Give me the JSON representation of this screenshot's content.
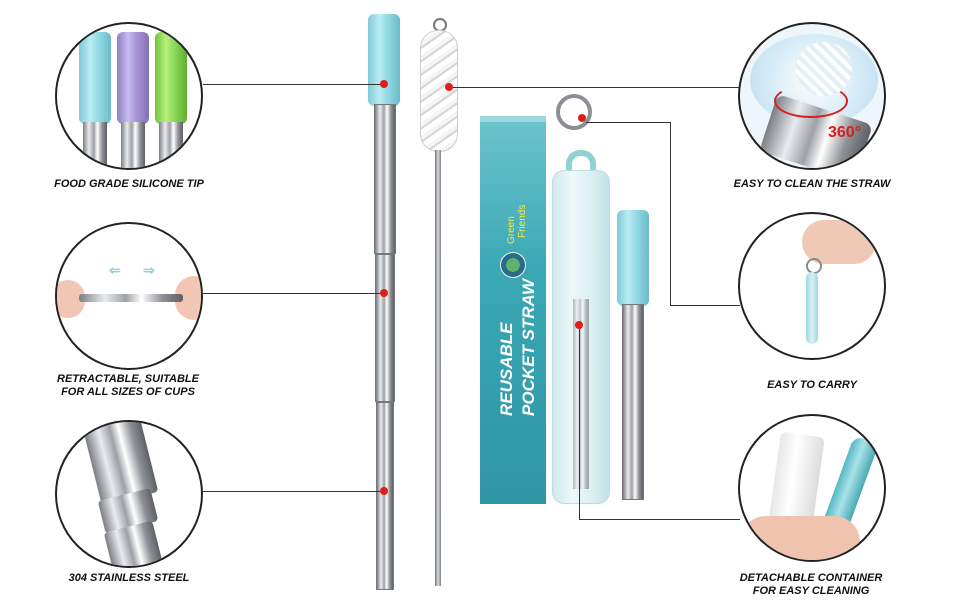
{
  "callouts": {
    "silicone_tip": "FOOD GRADE SILICONE TIP",
    "retractable_line1": "RETRACTABLE, SUITABLE",
    "retractable_line2": "FOR ALL SIZES OF CUPS",
    "steel": "304 STAINLESS STEEL",
    "clean": "EASY TO CLEAN THE STRAW",
    "carry": "EASY TO CARRY",
    "container_line1": "DETACHABLE CONTAINER",
    "container_line2": "FOR EASY CLEANING"
  },
  "badge_360": "360°",
  "package": {
    "brand_line1": "Green",
    "brand_line2": "Friends",
    "title_line1": "REUSABLE",
    "title_line2": "POCKET STRAW"
  },
  "colors": {
    "accent_dot": "#e01c1c",
    "box_teal": "#3aa8b5",
    "silicone_blue": "#9fe0ea"
  }
}
